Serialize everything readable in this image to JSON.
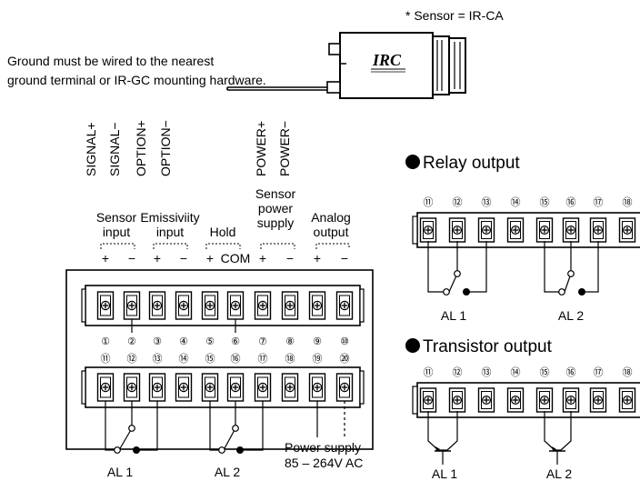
{
  "sensor_note": "* Sensor = IR-CA",
  "sensor_logo": "IRC",
  "ground_note": [
    "Ground must be wired to the nearest",
    "ground terminal or IR-GC mounting hardware."
  ],
  "cable_labels": [
    "SIGNAL+",
    "SIGNAL−",
    "OPTION+",
    "OPTION−",
    "POWER+",
    "POWER−"
  ],
  "groups": [
    {
      "lines": [
        "Sensor",
        "input"
      ],
      "signs": [
        "+",
        "−"
      ]
    },
    {
      "lines": [
        "Emissiviity",
        "input"
      ],
      "signs": [
        "+",
        "−"
      ]
    },
    {
      "lines": [
        "Hold"
      ],
      "signs": [
        "+",
        "COM"
      ]
    },
    {
      "lines": [
        "Sensor",
        "power",
        "supply"
      ],
      "signs": [
        "+",
        "−"
      ]
    },
    {
      "lines": [
        "Analog",
        "output"
      ],
      "signs": [
        "+",
        "−"
      ]
    }
  ],
  "top_numbers": [
    "①",
    "②",
    "③",
    "④",
    "⑤",
    "⑥",
    "⑦",
    "⑧",
    "⑨",
    "⑩"
  ],
  "bottom_numbers": [
    "⑪",
    "⑫",
    "⑬",
    "⑭",
    "⑮",
    "⑯",
    "⑰",
    "⑱",
    "⑲",
    "⑳"
  ],
  "alarm_labels": [
    "AL 1",
    "AL 2"
  ],
  "power_supply": [
    "Power supply",
    "85 – 264V AC"
  ],
  "relay_title": "Relay output",
  "transistor_title": "Transistor output",
  "right_numbers": [
    "⑪",
    "⑫",
    "⑬",
    "⑭",
    "⑮",
    "⑯",
    "⑰",
    "⑱"
  ]
}
